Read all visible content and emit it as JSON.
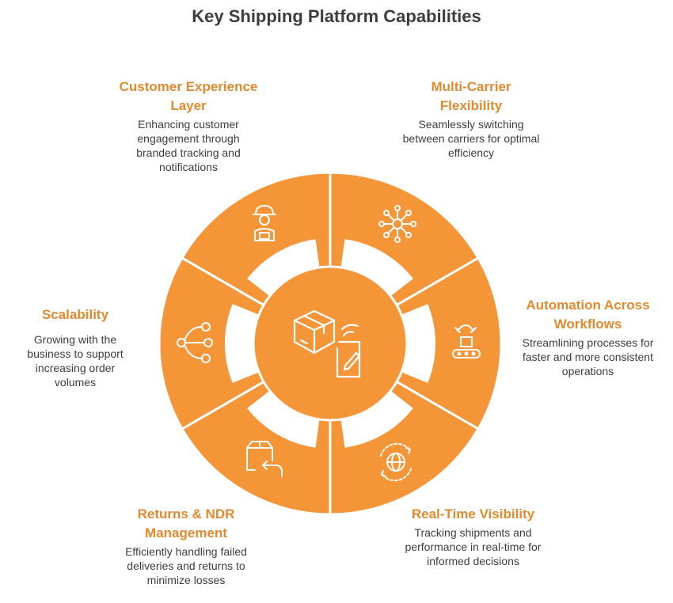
{
  "title": "Key Shipping Platform Capabilities",
  "colors": {
    "accent": "#f49638",
    "heading": "#e08a2e",
    "text": "#3d3d3d",
    "background": "#ffffff"
  },
  "center_icon": "package-edit-icon",
  "capabilities": [
    {
      "name": "Customer Experience Layer",
      "desc": "Enhancing customer engagement through branded tracking and notifications",
      "icon": "delivery-person-icon"
    },
    {
      "name": "Multi-Carrier Flexibility",
      "desc": "Seamlessly switching between carriers for optimal efficiency",
      "icon": "network-hub-icon"
    },
    {
      "name": "Automation Across Workflows",
      "desc": "Streamlining processes for faster and more consistent operations",
      "icon": "robotic-conveyor-icon"
    },
    {
      "name": "Real-Time Visibility",
      "desc": "Tracking shipments and performance in real-time for informed decisions",
      "icon": "globe-refresh-icon"
    },
    {
      "name": "Returns & NDR Management",
      "desc": "Efficiently handling failed deliveries and returns to minimize losses",
      "icon": "box-return-icon"
    },
    {
      "name": "Scalability",
      "desc": "Growing with the business to support increasing order volumes",
      "icon": "share-nodes-icon"
    }
  ]
}
